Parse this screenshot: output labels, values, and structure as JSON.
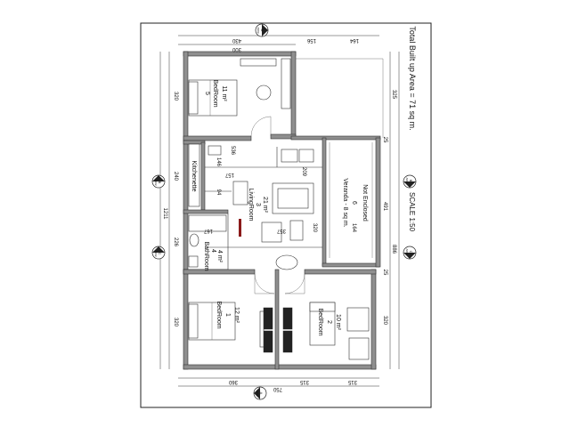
{
  "sheet": {
    "total_area": "Total Built up Area = 71 sq m.",
    "scale": "SCALE 1:50"
  },
  "rooms": {
    "bedroom5": {
      "name": "BedRoom",
      "num": "5",
      "area": "11 m²"
    },
    "kitchenette": {
      "name": "Kitchenette"
    },
    "living": {
      "name": "LivingRoom",
      "num": "3",
      "area": "21 m²"
    },
    "veranda": {
      "name": "Veranda - 8 sq m.",
      "num": "6",
      "note": "Not Enclosed"
    },
    "bath": {
      "name": "BathRoom",
      "num": "4",
      "area": "4 m²"
    },
    "bedroom1": {
      "name": "BedRoom",
      "num": "1",
      "area": "12 m²"
    },
    "bedroom2": {
      "name": "BedRoom",
      "num": "2",
      "area": "10 m²"
    }
  },
  "dims": {
    "top_a": "430",
    "top_b": "300",
    "top_c": "156",
    "top_d": "164",
    "bot_a": "750",
    "bot_b": "360",
    "bot_c": "315",
    "bot_d": "315",
    "left_a": "320",
    "left_b": "240",
    "left_total": "1211",
    "left_c": "226",
    "left_d": "320",
    "right_a": "325",
    "right_b": "25",
    "right_c": "491",
    "right_total": "886",
    "right_d": "25",
    "right_e": "320",
    "int_536": "536",
    "int_146": "146",
    "int_157": "157",
    "int_209": "209",
    "int_94": "94",
    "int_167": "167",
    "int_357": "357",
    "int_320": "320",
    "int_164": "164"
  },
  "markers": {
    "top": {
      "letter": "A",
      "sheet": "A002"
    },
    "bottom": {
      "letter": "A",
      "sheet": "A002"
    },
    "left_upper": {
      "letter": "B",
      "sheet": "A002"
    },
    "left_lower": {
      "letter": "C",
      "sheet": "A002"
    },
    "right_upper": {
      "letter": "B",
      "sheet": "A002"
    },
    "right_lower": {
      "letter": "C",
      "sheet": "A002"
    }
  }
}
